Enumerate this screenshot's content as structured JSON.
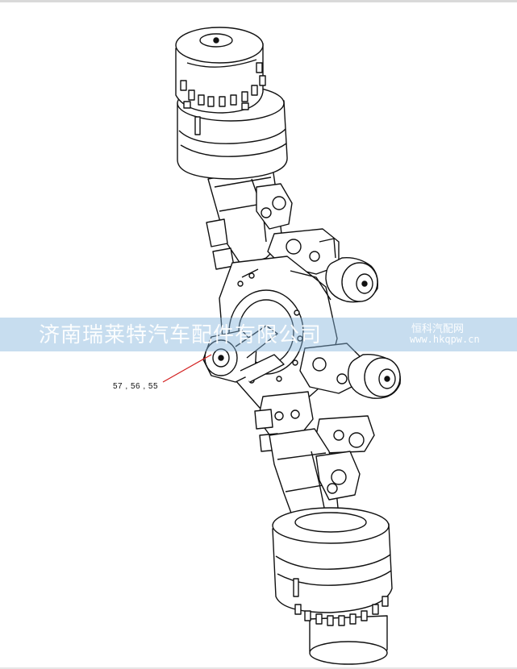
{
  "diagram": {
    "callout_label": "57 , 56 , 55",
    "line_color": "#111111",
    "callout_color": "#d21f1f"
  },
  "watermark": {
    "company": "济南瑞莱特汽车配件有限公司",
    "brand": "恒科汽配网",
    "url": "www.hkqpw.cn",
    "band_color": "#82b4dc"
  }
}
